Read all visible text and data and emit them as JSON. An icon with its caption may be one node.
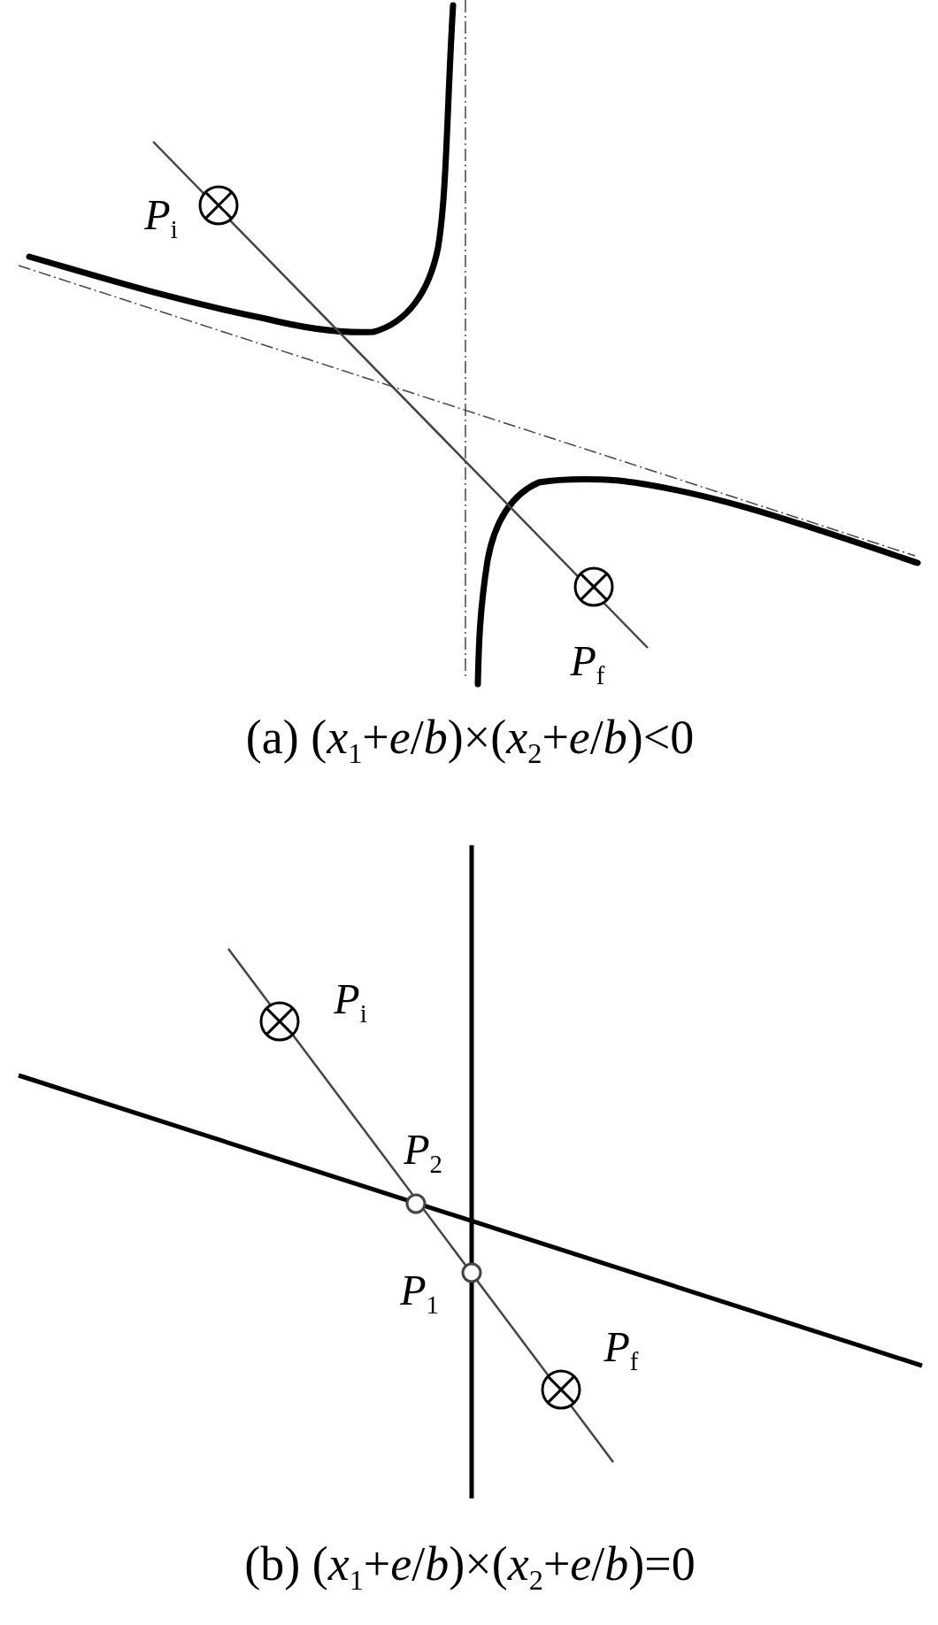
{
  "diagram": {
    "labels": [
      "*P*$_{i}$",
      "*P*$_{f}$",
      "(a) (*x*$_{1}$+*e*/*b*)×(*x*$_{2}$+*e*/*b*)<0",
      "*P*$_{i}$",
      "*P*$_{2}$",
      "*P*$_{1}$",
      "*P*$_{f}$",
      "(b) (*x*$_{1}$+*e*/*b*)×(*x*$_{2}$+*e*/*b*)=0"
    ]
  }
}
